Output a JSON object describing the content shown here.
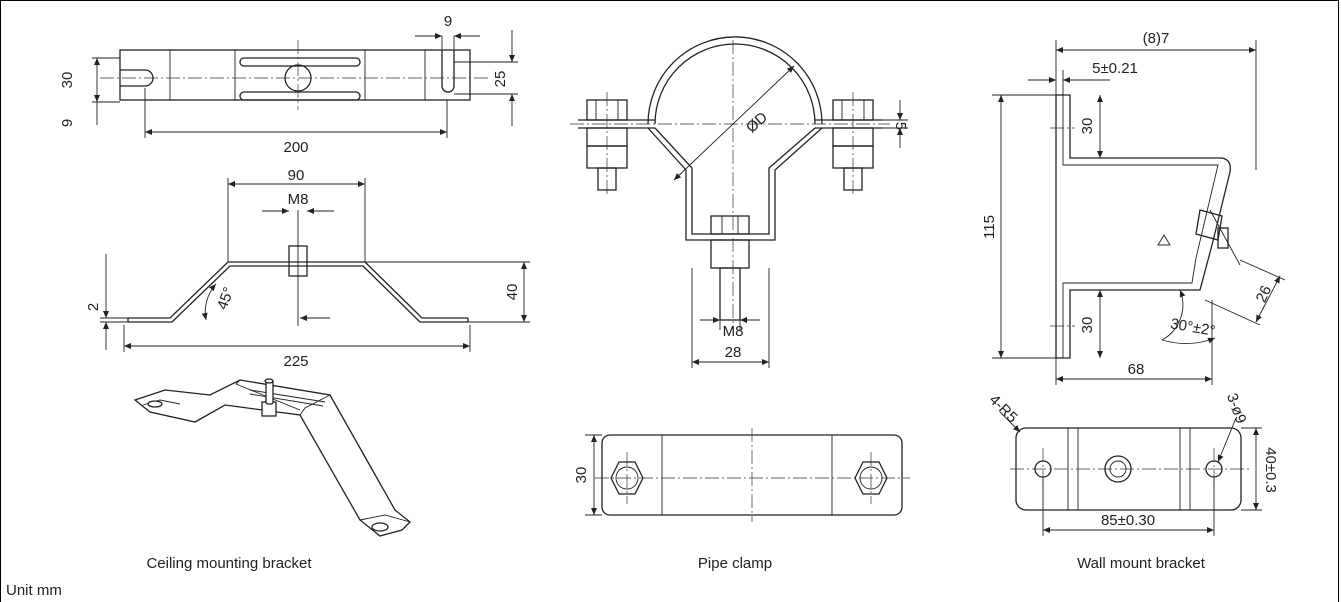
{
  "unit_label": "Unit mm",
  "ceiling": {
    "caption": "Ceiling mounting bracket",
    "dims": {
      "slot_h": "30",
      "slot_w": "9",
      "slot_gap": "25",
      "hole_w": "9",
      "length": "200",
      "top_w": "90",
      "bolt": "M8",
      "angle": "45°",
      "height": "40",
      "thickness": "2",
      "total": "225"
    }
  },
  "pipe": {
    "caption": "Pipe clamp",
    "dims": {
      "diameter": "ØD",
      "thickness": "5",
      "bolt": "M8",
      "width": "28",
      "plate_h": "30"
    }
  },
  "wall": {
    "caption": "Wall mount bracket",
    "dims": {
      "top": "(8)7",
      "offset": "5±0.21",
      "upper": "30",
      "height": "115",
      "slot": "26",
      "lower": "30",
      "angle": "30°±2°",
      "depth": "68",
      "radius": "4-R5",
      "holes": "3-ø9",
      "plate_h": "40±0.3",
      "pitch": "85±0.30"
    }
  }
}
